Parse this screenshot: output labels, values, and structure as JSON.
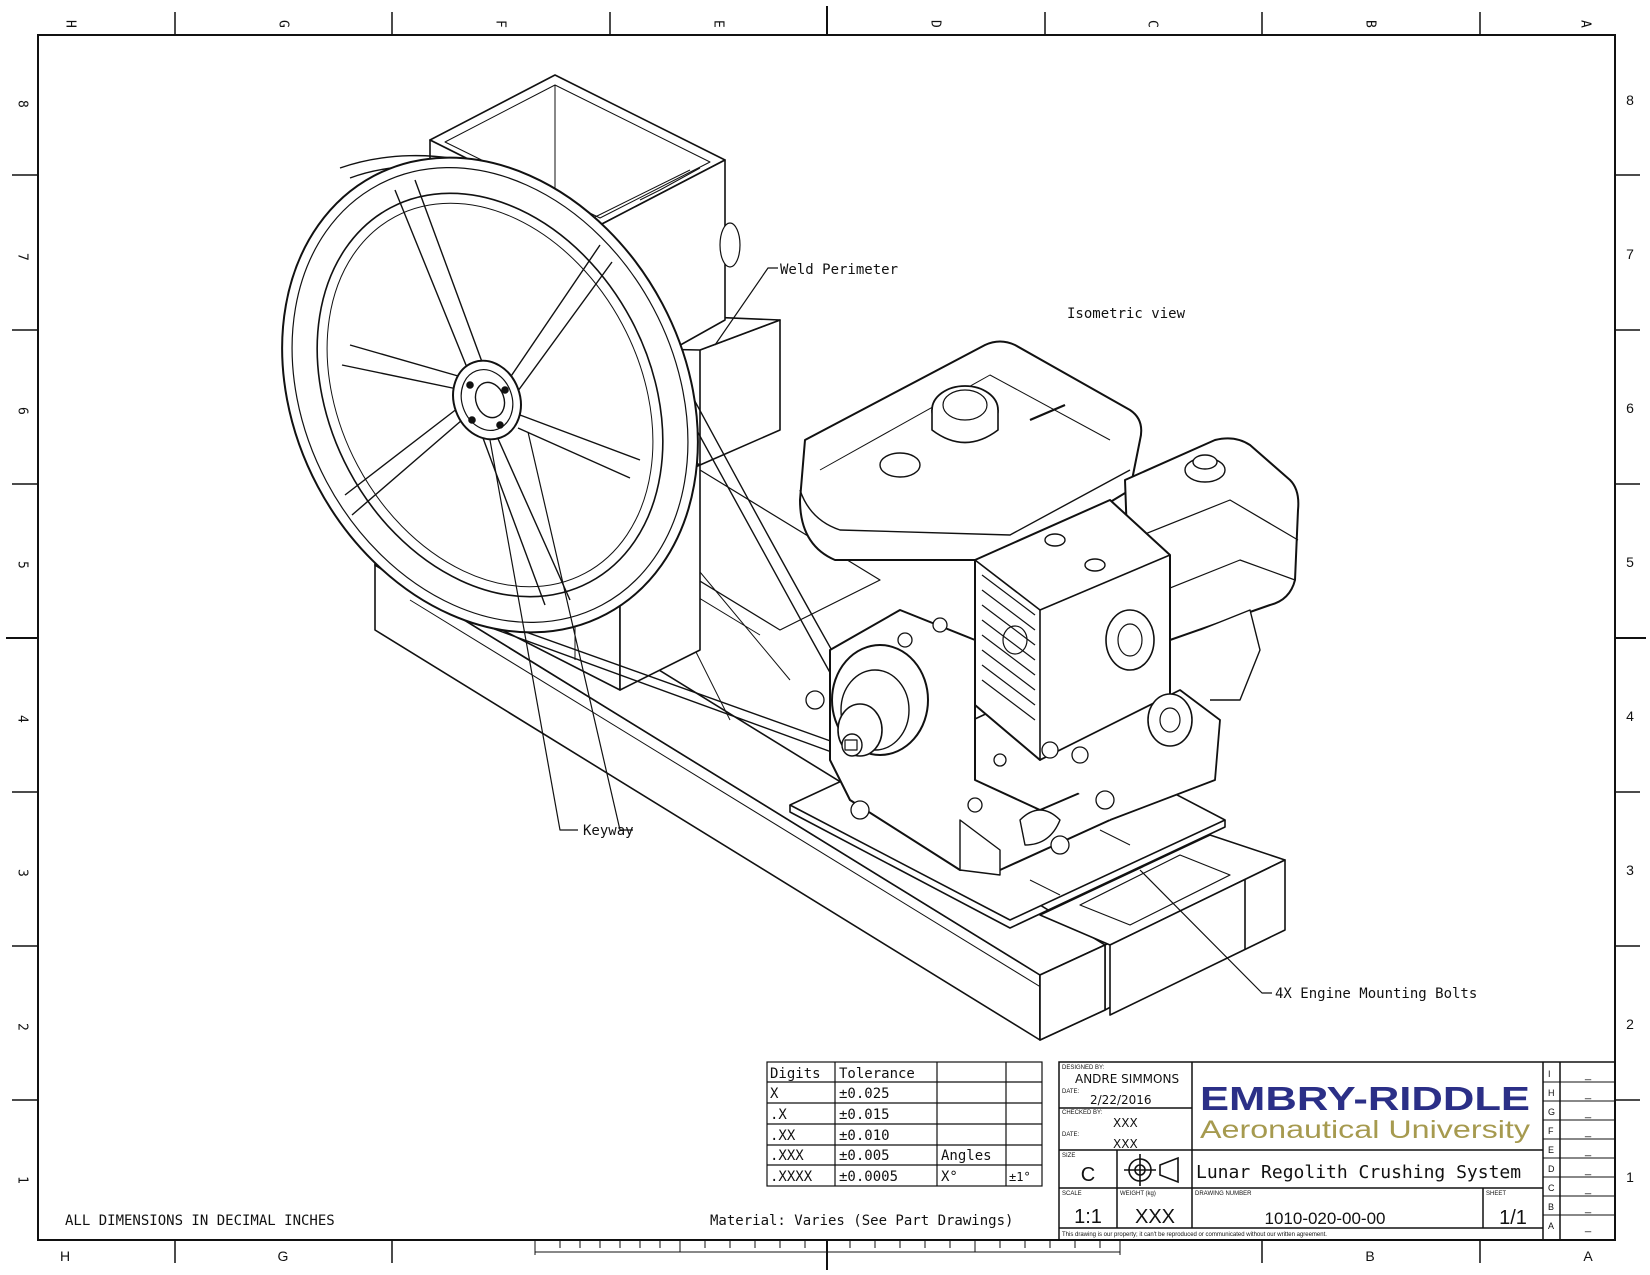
{
  "border": {
    "top_zones": [
      "H",
      "G",
      "F",
      "E",
      "D",
      "C",
      "B",
      "A"
    ],
    "bottom_zones": [
      "H",
      "G",
      "B",
      "A"
    ],
    "rows": [
      "8",
      "7",
      "6",
      "5",
      "4",
      "3",
      "2",
      "1"
    ]
  },
  "view": {
    "title": "Isometric view",
    "callouts": {
      "weld": "Weld Perimeter",
      "keyway": "Keyway",
      "bolts": "4X Engine Mounting Bolts"
    }
  },
  "notes": {
    "dimensions": "ALL DIMENSIONS IN DECIMAL INCHES",
    "material": "Material: Varies (See Part Drawings)"
  },
  "tolerance": {
    "headers": [
      "Digits",
      "Tolerance"
    ],
    "rows": [
      {
        "digits": "X",
        "tol": "±0.025"
      },
      {
        "digits": ".X",
        "tol": "±0.015"
      },
      {
        "digits": ".XX",
        "tol": "±0.010"
      },
      {
        "digits": ".XXX",
        "tol": "±0.005"
      },
      {
        "digits": ".XXXX",
        "tol": "±0.0005"
      }
    ],
    "angles_label": "Angles",
    "angle_digit": "X°",
    "angle_tol": "±1°"
  },
  "title_block": {
    "designed_by_label": "DESIGNED BY:",
    "designed_by": "ANDRE SIMMONS",
    "date_label": "DATE:",
    "date": "2/22/2016",
    "checked_by_label": "CHECKED BY:",
    "checked_by": "XXX",
    "date2_label": "DATE:",
    "date2": "XXX",
    "size_label": "SIZE",
    "size": "C",
    "logo_line1": "EMBRY-RIDDLE",
    "logo_line2": "Aeronautical University",
    "title": "Lunar Regolith Crushing System",
    "scale_label": "SCALE",
    "scale": "1:1",
    "weight_label": "WEIGHT (kg)",
    "weight": "XXX",
    "drawing_number_label": "DRAWING NUMBER",
    "drawing_number": "1010-020-00-00",
    "sheet_label": "SHEET",
    "sheet": "1/1",
    "property_note": "This drawing is our property; it can't be reproduced or communicated without our written agreement.",
    "revisions": [
      "I",
      "H",
      "G",
      "F",
      "E",
      "D",
      "C",
      "B",
      "A"
    ],
    "rev_dash": "_"
  },
  "colors": {
    "logo_blue": "#2b2f87",
    "logo_gold": "#a69a4f",
    "ink": "#111111"
  }
}
